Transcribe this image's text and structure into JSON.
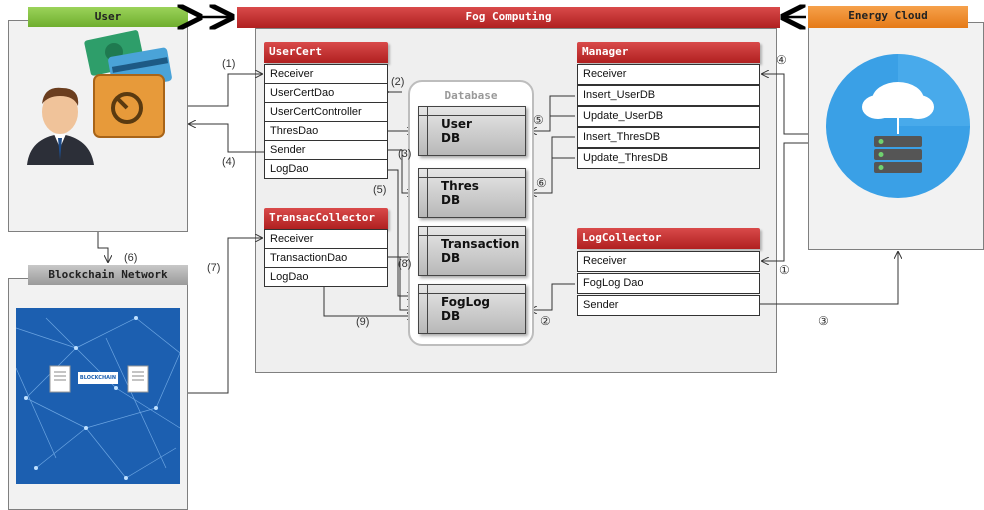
{
  "user": {
    "title": "User"
  },
  "fog": {
    "title": "Fog Computing"
  },
  "energy": {
    "title": "Energy Cloud"
  },
  "blockchain": {
    "title": "Blockchain Network",
    "image_text": "BLOCKCHAIN"
  },
  "usercert": {
    "title": "UserCert",
    "items": [
      "Receiver",
      "UserCertDao",
      "UserCertController",
      "ThresDao",
      "Sender",
      "LogDao"
    ]
  },
  "transac": {
    "title": "TransacCollector",
    "items": [
      "Receiver",
      "TransactionDao",
      "LogDao"
    ]
  },
  "manager": {
    "title": "Manager",
    "items": [
      "Receiver",
      "Insert_UserDB",
      "Update_UserDB",
      "Insert_ThresDB",
      "Update_ThresDB"
    ]
  },
  "logcollector": {
    "title": "LogCollector",
    "items": [
      "Receiver",
      "FogLog Dao",
      "Sender"
    ]
  },
  "database": {
    "title": "Database",
    "dbs": [
      {
        "line1": "User",
        "line2": "DB"
      },
      {
        "line1": "Thres",
        "line2": "DB"
      },
      {
        "line1": "Transaction",
        "line2": "DB"
      },
      {
        "line1": "FogLog",
        "line2": "DB"
      }
    ]
  },
  "labels": {
    "l1": "(1)",
    "l2": "(2)",
    "l3": "(3)",
    "l4": "(4)",
    "l5": "(5)",
    "l6": "(6)",
    "l7": "(7)",
    "l8": "(8)",
    "l9": "(9)",
    "c1": "①",
    "c2": "②",
    "c3": "③",
    "c4": "④",
    "c5": "⑤",
    "c6": "⑥"
  },
  "colors": {
    "user_header": "#7cbf3a",
    "fog_header": "#c0282c",
    "energy_header": "#ef8a26",
    "blockchain_header": "#a6a6a6",
    "component_header": "#c0282c"
  }
}
